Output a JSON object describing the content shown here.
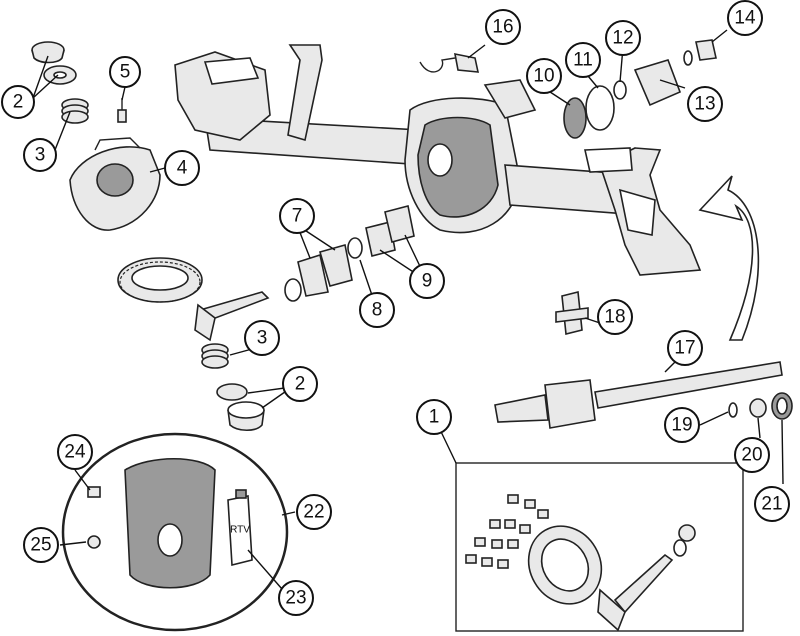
{
  "callouts": [
    {
      "id": "1",
      "label": "1"
    },
    {
      "id": "2a",
      "label": "2"
    },
    {
      "id": "2b",
      "label": "2"
    },
    {
      "id": "3a",
      "label": "3"
    },
    {
      "id": "3b",
      "label": "3"
    },
    {
      "id": "4",
      "label": "4"
    },
    {
      "id": "5",
      "label": "5"
    },
    {
      "id": "7",
      "label": "7"
    },
    {
      "id": "8",
      "label": "8"
    },
    {
      "id": "9",
      "label": "9"
    },
    {
      "id": "10",
      "label": "10"
    },
    {
      "id": "11",
      "label": "11"
    },
    {
      "id": "12",
      "label": "12"
    },
    {
      "id": "13",
      "label": "13"
    },
    {
      "id": "14",
      "label": "14"
    },
    {
      "id": "16",
      "label": "16"
    },
    {
      "id": "17",
      "label": "17"
    },
    {
      "id": "18",
      "label": "18"
    },
    {
      "id": "19",
      "label": "19"
    },
    {
      "id": "20",
      "label": "20"
    },
    {
      "id": "21",
      "label": "21"
    },
    {
      "id": "22",
      "label": "22"
    },
    {
      "id": "23",
      "label": "23"
    },
    {
      "id": "24",
      "label": "24"
    },
    {
      "id": "25",
      "label": "25"
    }
  ],
  "tube_label": "RTV"
}
